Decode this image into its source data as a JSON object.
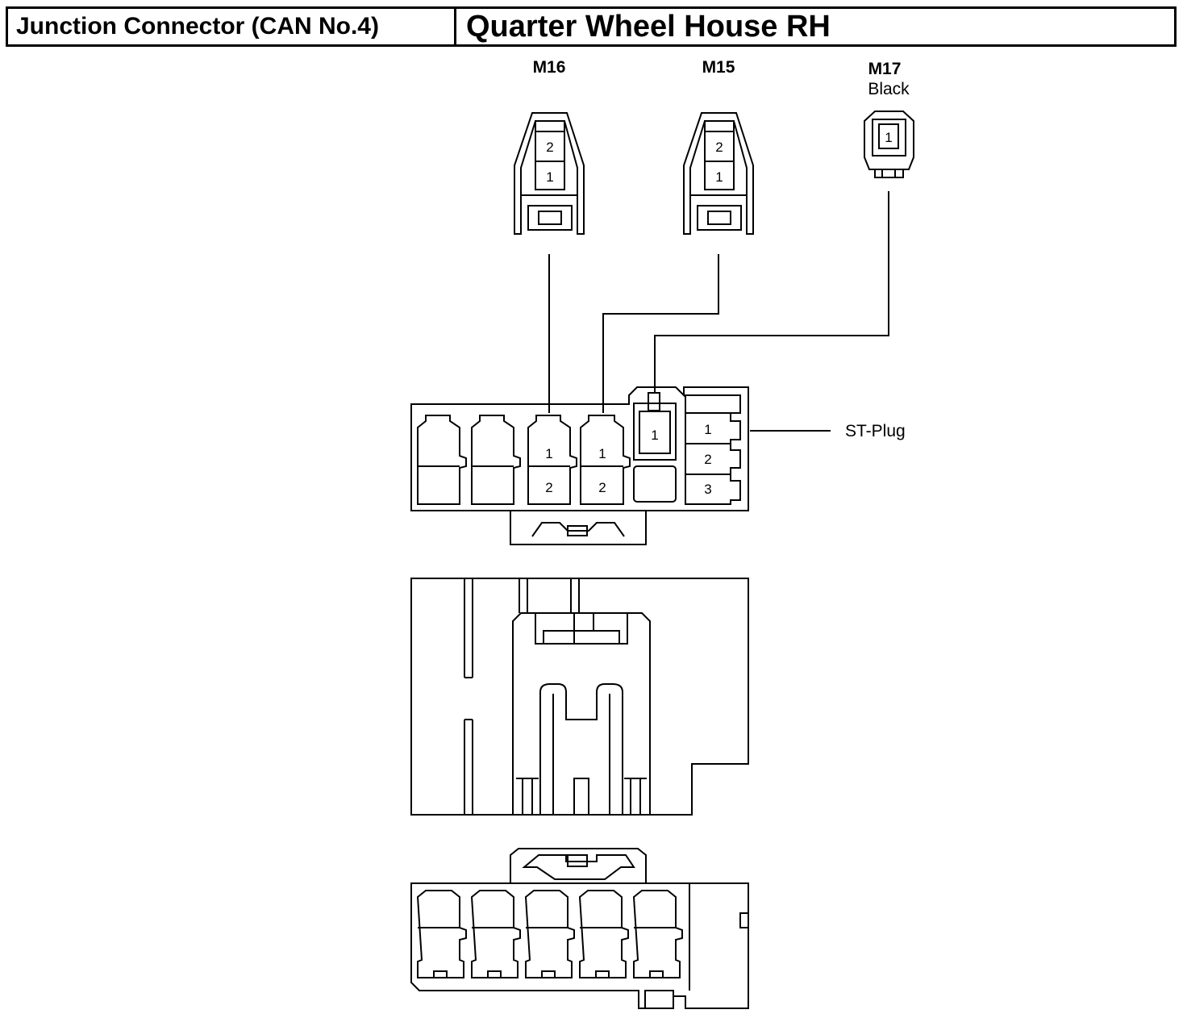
{
  "header": {
    "title": "Junction Connector (CAN No.4)",
    "location": "Quarter Wheel House RH"
  },
  "connectors": {
    "m16": {
      "name": "M16",
      "pins": [
        "2",
        "1"
      ]
    },
    "m15": {
      "name": "M15",
      "pins": [
        "2",
        "1"
      ]
    },
    "m17": {
      "name": "M17",
      "color": "Black",
      "pins": [
        "1"
      ]
    }
  },
  "junction": {
    "st_plug_label": "ST-Plug",
    "cavity_a": {
      "pins": [
        "1",
        "2"
      ]
    },
    "cavity_b": {
      "pins": [
        "1",
        "2"
      ]
    },
    "cavity_c": {
      "pins": [
        "1"
      ]
    },
    "st_plug": {
      "pins": [
        "1",
        "2",
        "3"
      ]
    }
  }
}
